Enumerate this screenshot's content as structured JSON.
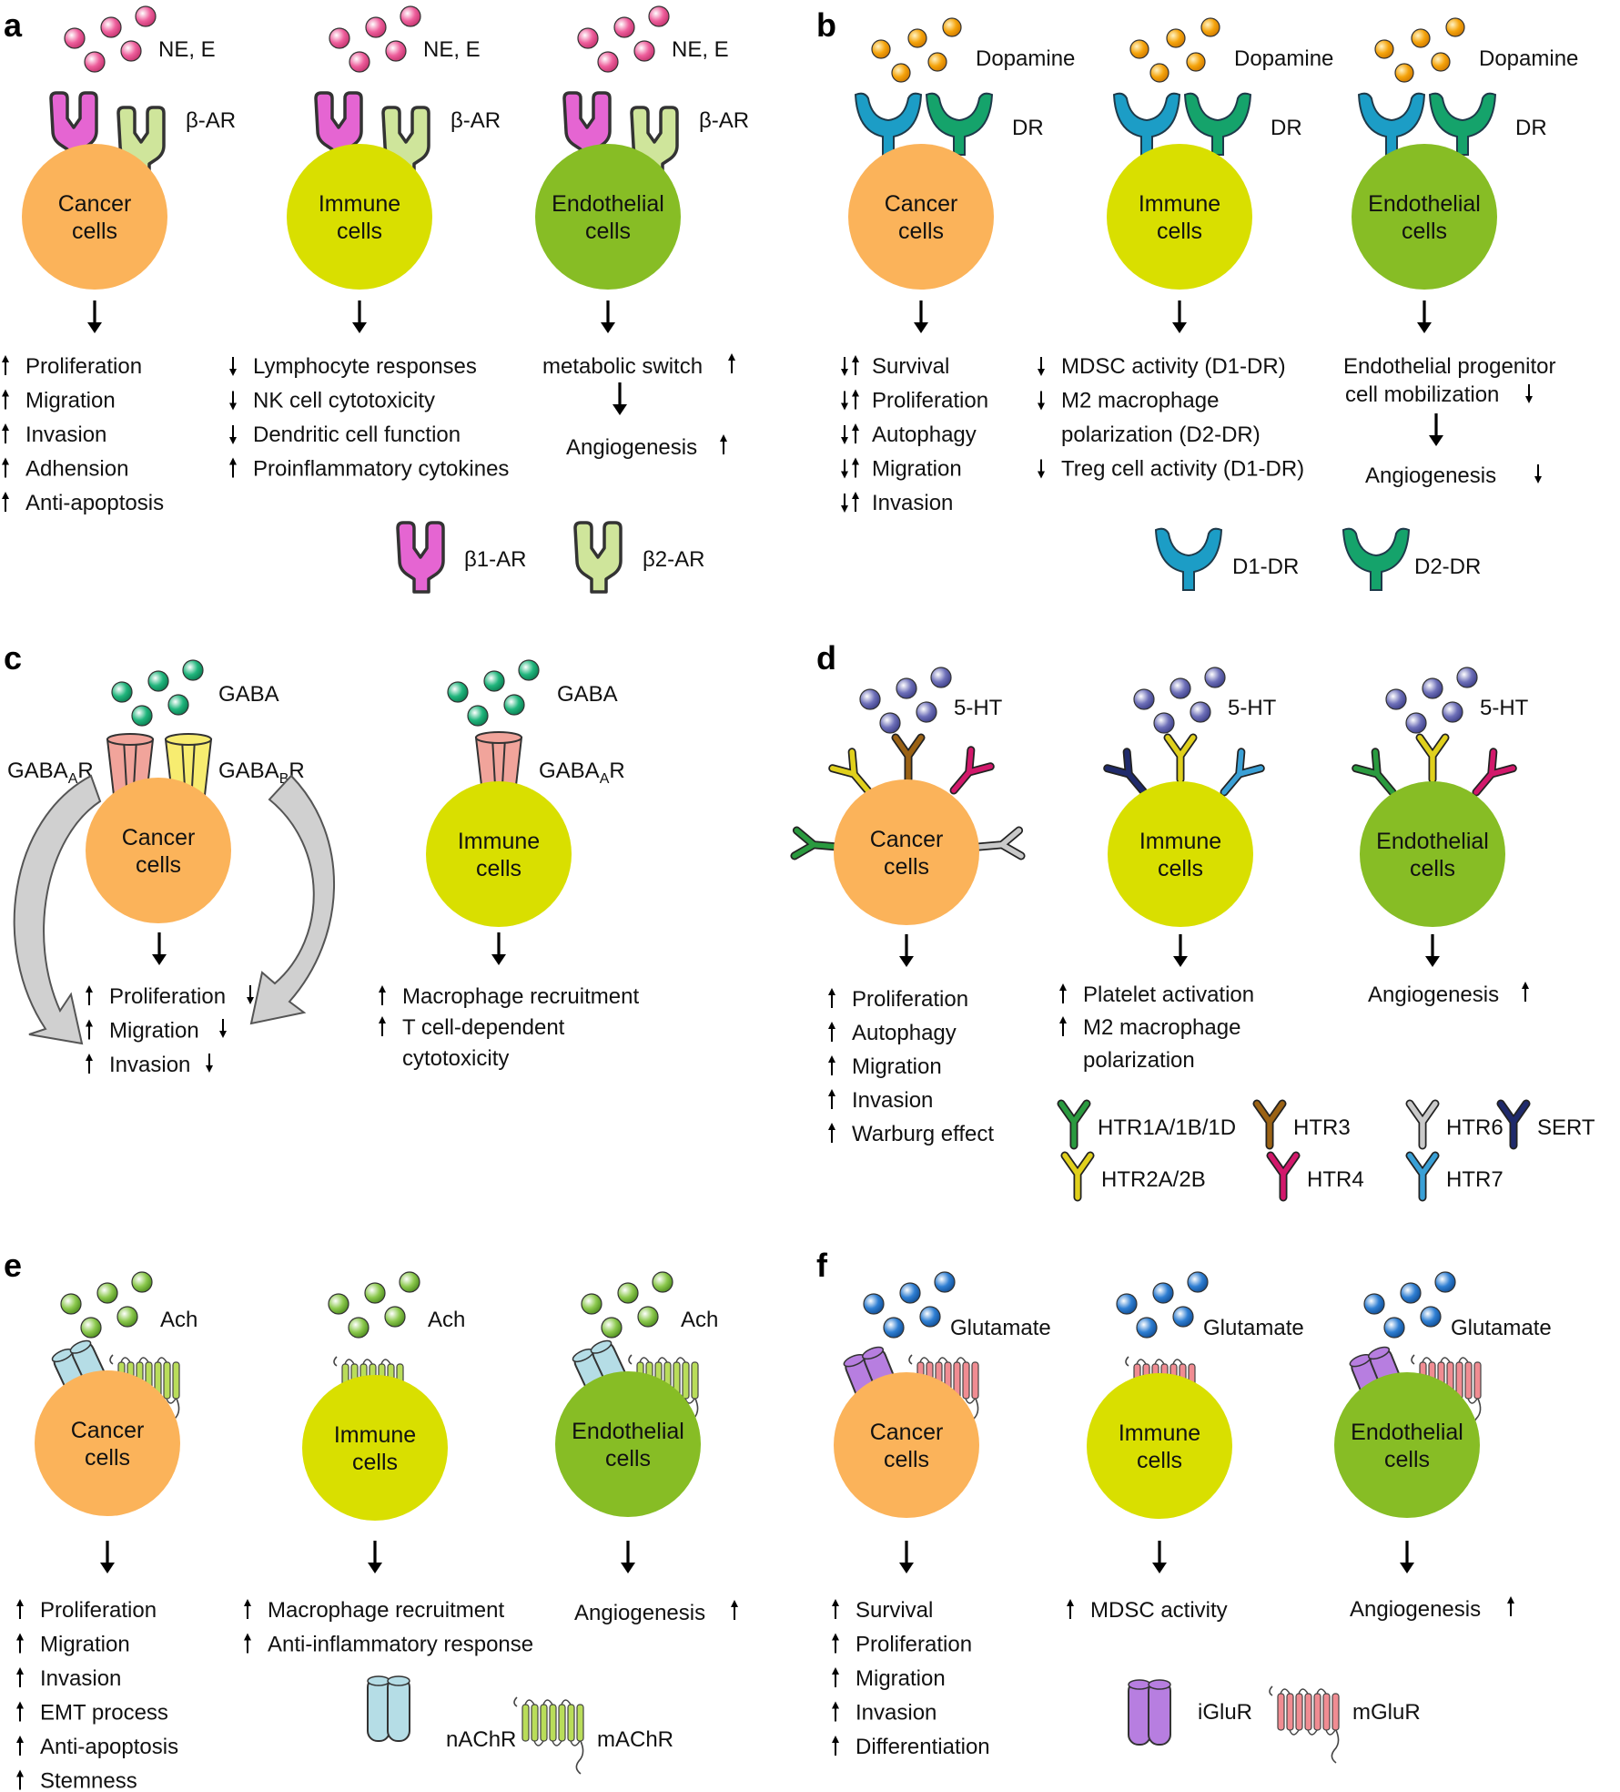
{
  "colors": {
    "cancer": "#fbb35a",
    "immune": "#d9df00",
    "endothelial": "#87bd25",
    "ne_e": "#ee5f9c",
    "dopamine": "#f5a40c",
    "gaba": "#21b67d",
    "ht5": "#6e70b9",
    "ach": "#8cc94e",
    "glutamate": "#2f7fd3",
    "b1_ar": "#e565d2",
    "b2_ar": "#cfe59b",
    "d1_dr": "#1c9dc6",
    "d2_dr": "#15a36b",
    "gaba_a": "#f1a49b",
    "gaba_b": "#f7ec70",
    "htr1": "#2a9a3f",
    "htr2": "#e0d01c",
    "htr3": "#9b6214",
    "htr4": "#d2186b",
    "htr6": "#c9c9c9",
    "htr7": "#3aa0d6",
    "sert": "#1f2a6b",
    "nachr": "#b5dde6",
    "machr": "#b9dd5a",
    "iglur": "#b77ee0",
    "mglur": "#f08c92"
  },
  "panel_a": {
    "letter": "a",
    "ligand": "NE, E",
    "receptor": "β-AR",
    "cells": [
      {
        "line1": "Cancer",
        "line2": "cells"
      },
      {
        "line1": "Immune",
        "line2": "cells"
      },
      {
        "line1": "Endothelial",
        "line2": "cells"
      }
    ],
    "cancer_effects": [
      "Proliferation",
      "Migration",
      "Invasion",
      "Adhension",
      "Anti-apoptosis"
    ],
    "immune_effects": [
      "Lymphocyte responses",
      "NK cell cytotoxicity",
      "Dendritic cell function",
      "Proinflammatory cytokines"
    ],
    "endo_effect1": "metabolic switch",
    "endo_effect2": "Angiogenesis",
    "legend": [
      "β1-AR",
      "β2-AR"
    ]
  },
  "panel_b": {
    "letter": "b",
    "ligand": "Dopamine",
    "receptor": "DR",
    "cells": [
      {
        "line1": "Cancer",
        "line2": "cells"
      },
      {
        "line1": "Immune",
        "line2": "cells"
      },
      {
        "line1": "Endothelial",
        "line2": "cells"
      }
    ],
    "cancer_effects": [
      "Survival",
      "Proliferation",
      "Autophagy",
      "Migration",
      "Invasion"
    ],
    "immune_effects": [
      "MDSC activity (D1-DR)",
      "M2 macrophage",
      "polarization (D2-DR)",
      "Treg cell activity (D1-DR)"
    ],
    "endo_effect1a": "Endothelial progenitor",
    "endo_effect1b": "cell mobilization",
    "endo_effect2": "Angiogenesis",
    "legend": [
      "D1-DR",
      "D2-DR"
    ]
  },
  "panel_c": {
    "letter": "c",
    "ligand": "GABA",
    "receptor_a_main": "GABA",
    "receptor_a_sub": "A",
    "receptor_b_sub": "B",
    "receptor_suffix": "R",
    "cells": [
      {
        "line1": "Cancer",
        "line2": "cells"
      },
      {
        "line1": "Immune",
        "line2": "cells"
      }
    ],
    "cancer_effects": [
      "Proliferation",
      "Migration",
      "Invasion"
    ],
    "immune_effects": [
      "Macrophage recruitment",
      "T cell-dependent",
      "cytotoxicity"
    ]
  },
  "panel_d": {
    "letter": "d",
    "ligand": "5-HT",
    "cells": [
      {
        "line1": "Cancer",
        "line2": "cells"
      },
      {
        "line1": "Immune",
        "line2": "cells"
      },
      {
        "line1": "Endothelial",
        "line2": "cells"
      }
    ],
    "cancer_effects": [
      "Proliferation",
      "Autophagy",
      "Migration",
      "Invasion",
      "Warburg effect"
    ],
    "immune_effects": [
      "Platelet activation",
      "M2 macrophage",
      "polarization"
    ],
    "endo_effect": "Angiogenesis",
    "legend": [
      "HTR1A/1B/1D",
      "HTR3",
      "HTR6",
      "SERT",
      "HTR2A/2B",
      "HTR4",
      "HTR7"
    ]
  },
  "panel_e": {
    "letter": "e",
    "ligand": "Ach",
    "cells": [
      {
        "line1": "Cancer",
        "line2": "cells"
      },
      {
        "line1": "Immune",
        "line2": "cells"
      },
      {
        "line1": "Endothelial",
        "line2": "cells"
      }
    ],
    "cancer_effects": [
      "Proliferation",
      "Migration",
      "Invasion",
      "EMT process",
      "Anti-apoptosis",
      "Stemness"
    ],
    "immune_effects": [
      "Macrophage recruitment",
      "Anti-inflammatory response"
    ],
    "endo_effect": "Angiogenesis",
    "legend": [
      "nAChR",
      "mAChR"
    ]
  },
  "panel_f": {
    "letter": "f",
    "ligand": "Glutamate",
    "cells": [
      {
        "line1": "Cancer",
        "line2": "cells"
      },
      {
        "line1": "Immune",
        "line2": "cells"
      },
      {
        "line1": "Endothelial",
        "line2": "cells"
      }
    ],
    "cancer_effects": [
      "Survival",
      "Proliferation",
      "Migration",
      "Invasion",
      "Differentiation"
    ],
    "immune_effects": [
      "MDSC activity"
    ],
    "endo_effect": "Angiogenesis",
    "legend": [
      "iGluR",
      "mGluR"
    ]
  }
}
